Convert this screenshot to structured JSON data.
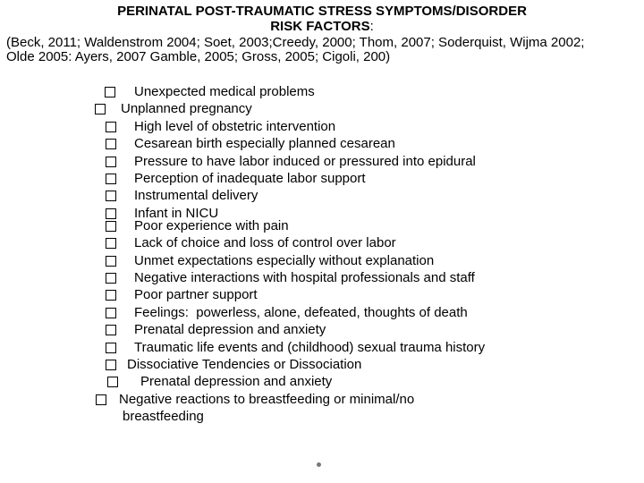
{
  "slide": {
    "title_line1": "PERINATAL POST-TRAUMATIC STRESS SYMPTOMS/DISORDER",
    "title_line2": "RISK FACTORS",
    "title_line2_colon": ":",
    "citation_line1": "(Beck, 2011; Waldenstrom 2004; Soet, 2003;Creedy, 2000; Thom, 2007; Soderquist, Wijma 2002;",
    "citation_line2": "Olde 2005: Ayers, 2007 Gamble, 2005; Gross, 2005; Cigoli, 200)"
  },
  "list": {
    "bullet_icon": "empty-checkbox-icon",
    "items": [
      {
        "label": "Unexpected medical problems",
        "variant": "unexpected"
      },
      {
        "label": "Unplanned pregnancy",
        "variant": "outdent"
      },
      {
        "label": "High level of obstetric intervention",
        "variant": "std"
      },
      {
        "label": "Cesarean birth especially planned cesarean",
        "variant": "std"
      },
      {
        "label": "Pressure to have labor induced or pressured into epidural",
        "variant": "std"
      },
      {
        "label": "Perception of inadequate labor support",
        "variant": "std"
      },
      {
        "label": "Instrumental delivery",
        "variant": "std"
      },
      {
        "label": "Infant in NICU",
        "variant": "std"
      },
      {
        "label": "Poor experience with pain",
        "variant": "std",
        "tight": true
      },
      {
        "label": "Lack of choice and loss of control over labor",
        "variant": "std"
      },
      {
        "label": "Unmet expectations especially without explanation",
        "variant": "std"
      },
      {
        "label": "Negative interactions with hospital professionals and staff",
        "variant": "std"
      },
      {
        "label": "Poor partner support",
        "variant": "std"
      },
      {
        "label": "Feelings:  powerless, alone, defeated, thoughts of death",
        "variant": "std"
      },
      {
        "label": "Prenatal depression and anxiety",
        "variant": "std"
      },
      {
        "label": "Traumatic life events and (childhood) sexual trauma history",
        "variant": "std"
      },
      {
        "label": "Dissociative Tendencies or Dissociation",
        "variant": "diss"
      },
      {
        "label": "Prenatal depression and anxiety",
        "variant": "pren2"
      },
      {
        "label": "Negative reactions to breastfeeding or minimal/no breastfeeding",
        "variant": "neg"
      }
    ]
  },
  "decoration": {
    "bottom_dot_color": "#787878"
  }
}
